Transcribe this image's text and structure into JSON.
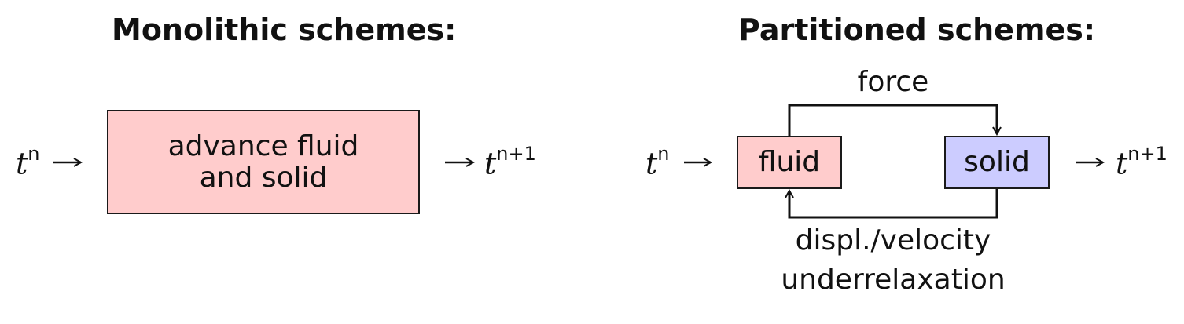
{
  "monolithic": {
    "title": "Monolithic schemes:",
    "input_var": "t",
    "input_sup": "n",
    "box_line1": "advance fluid",
    "box_line2": "and solid",
    "output_var": "t",
    "output_sup": "n+1",
    "box_color": "#ffcccc"
  },
  "partitioned": {
    "title": "Partitioned schemes:",
    "input_var": "t",
    "input_sup": "n",
    "fluid_label": "fluid",
    "solid_label": "solid",
    "top_arrow_label": "force",
    "bottom_label_line1": "displ./velocity",
    "bottom_label_line2": "underrelaxation",
    "output_var": "t",
    "output_sup": "n+1",
    "fluid_color": "#ffcccc",
    "solid_color": "#ccccff"
  }
}
